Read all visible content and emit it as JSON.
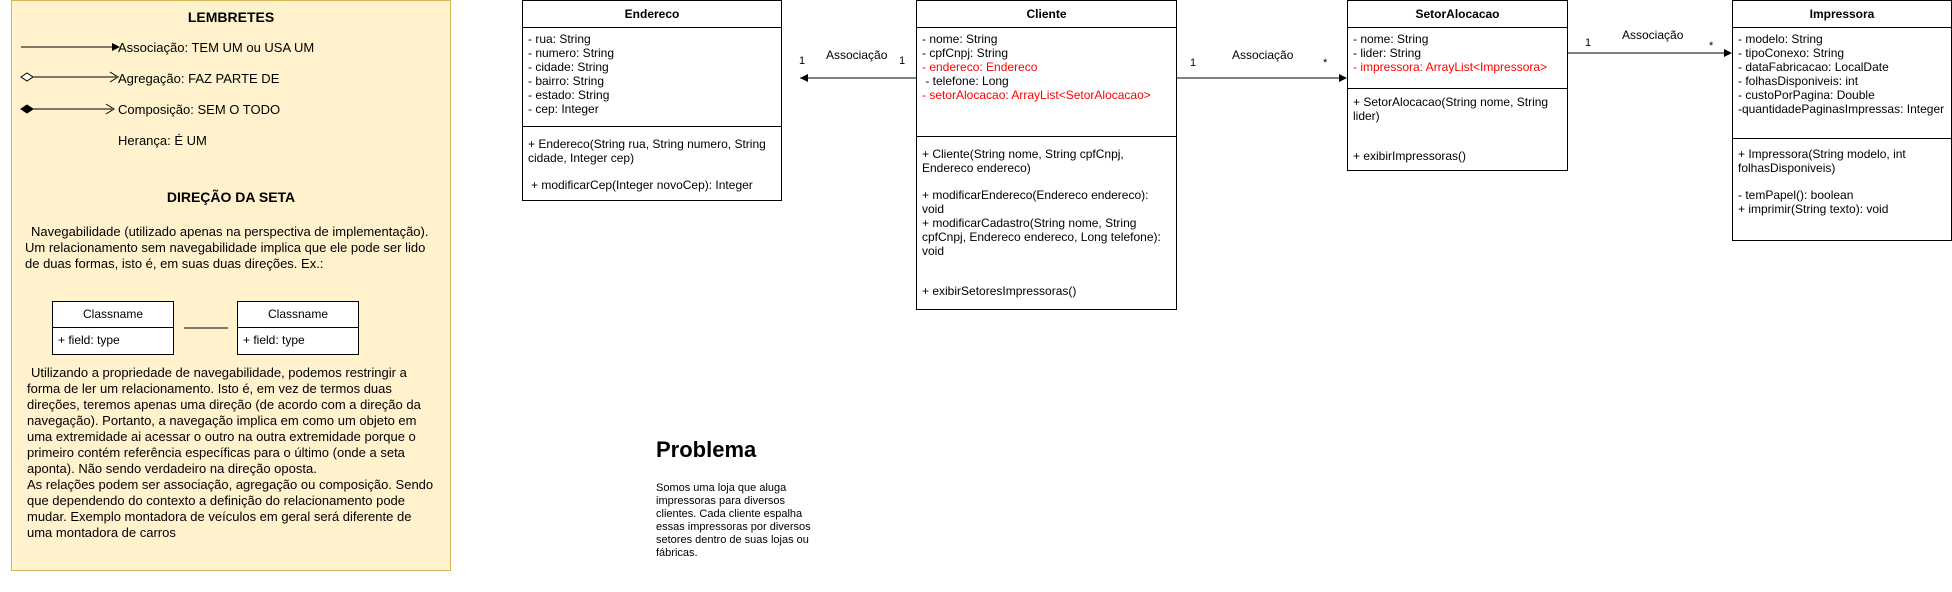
{
  "lembretes": {
    "title": "LEMBRETES",
    "legend": [
      {
        "label": "Associação: TEM UM ou USA UM"
      },
      {
        "label": "Agregação: FAZ PARTE DE"
      },
      {
        "label": "Composição: SEM O TODO"
      },
      {
        "label": "Herança: É UM"
      }
    ],
    "direcao_title": "DIREÇÃO DA SETA",
    "paragraph1": [
      "Navegabilidade (utilizado apenas na perspectiva de implementação).",
      "Um relacionamento sem navegabilidade implica que ele pode ser lido",
      "de duas formas, isto é, em suas duas direções. Ex.:"
    ],
    "example": {
      "left_class": "Classname",
      "left_field": "+ field: type",
      "right_class": "Classname",
      "right_field": "+ field: type"
    },
    "paragraph2": [
      "Utilizando a propriedade de navegabilidade, podemos restringir a",
      "forma de ler um relacionamento. Isto é, em vez de termos duas",
      "direções, teremos apenas uma direção (de acordo com a direção da",
      "navegação). Portanto, a navegação implica em como um objeto em",
      "uma extremidade ai acessar o outro na outra extremidade porque o",
      "primeiro contém referência específicas para o último (onde a seta",
      "aponta). Não sendo verdadeiro na direção oposta.",
      "As relações podem ser associação, agregação ou composição. Sendo",
      "que dependendo do contexto a definição do relacionamento pode",
      "mudar. Exemplo montadora de veículos em geral será diferente de",
      "uma montadora de carros"
    ]
  },
  "classes": {
    "endereco": {
      "name": "Endereco",
      "attributes": [
        "- rua: String",
        "- numero: String",
        "- cidade: String",
        "- bairro: String",
        "- estado: String",
        "- cep: Integer"
      ],
      "methods": [
        "+ Endereco(String rua, String numero, String",
        "cidade, Integer cep)",
        "+ modificarCep(Integer novoCep): Integer"
      ]
    },
    "cliente": {
      "name": "Cliente",
      "attributes": [
        "- nome: String",
        "- cpfCnpj: String",
        "- endereco: Endereco",
        " - telefone: Long",
        "- setorAlocacao: ArrayList<SetorAlocacao>"
      ],
      "methods": [
        "+ Cliente(String nome, String cpfCnpj,",
        "Endereco endereco)",
        "+ modificarEndereco(Endereco endereco):",
        "void",
        "+ modificarCadastro(String nome, String",
        "cpfCnpj, Endereco endereco, Long telefone):",
        "void",
        "+ exibirSetoresImpressoras()"
      ]
    },
    "setor": {
      "name": "SetorAlocacao",
      "attributes": [
        "- nome: String",
        "- lider: String",
        "- impressora: ArrayList<Impressora>"
      ],
      "methods": [
        "+ SetorAlocacao(String nome, String",
        "lider)",
        "+ exibirImpressoras()"
      ]
    },
    "impressora": {
      "name": "Impressora",
      "attributes": [
        "- modelo: String",
        "- tipoConexo: String",
        "- dataFabricacao: LocalDate",
        "- folhasDisponiveis: int",
        "- custoPorPagina: Double",
        "-quantidadePaginasImpressas: Integer"
      ],
      "methods": [
        "+ Impressora(String modelo, int",
        "folhasDisponiveis)",
        "- temPapel(): boolean",
        "+ imprimir(String texto): void"
      ]
    }
  },
  "associations": [
    {
      "label": "Associação",
      "mult_left": "1",
      "mult_right": "1"
    },
    {
      "label": "Associação",
      "mult_left": "1",
      "mult_right": "*"
    },
    {
      "label": "Associação",
      "mult_left": "1",
      "mult_right": "*"
    }
  ],
  "problema": {
    "title": "Problema",
    "lines": [
      "Somos uma loja que aluga",
      "impressoras para diversos",
      "clientes. Cada cliente espalha",
      "essas impressoras por diversos",
      "setores dentro de suas lojas ou",
      "fábricas."
    ]
  },
  "colors": {
    "note_fill": "#fff2cc",
    "note_border": "#d6b656",
    "highlight": "#ff0000"
  }
}
